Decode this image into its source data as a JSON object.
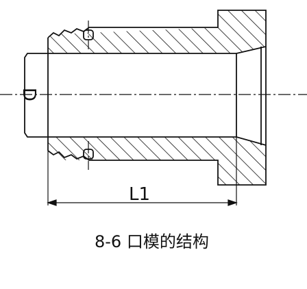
{
  "drawing": {
    "dimension_length": "L1",
    "dimension_diameter": "D"
  },
  "caption": "8-6 口模的结构"
}
